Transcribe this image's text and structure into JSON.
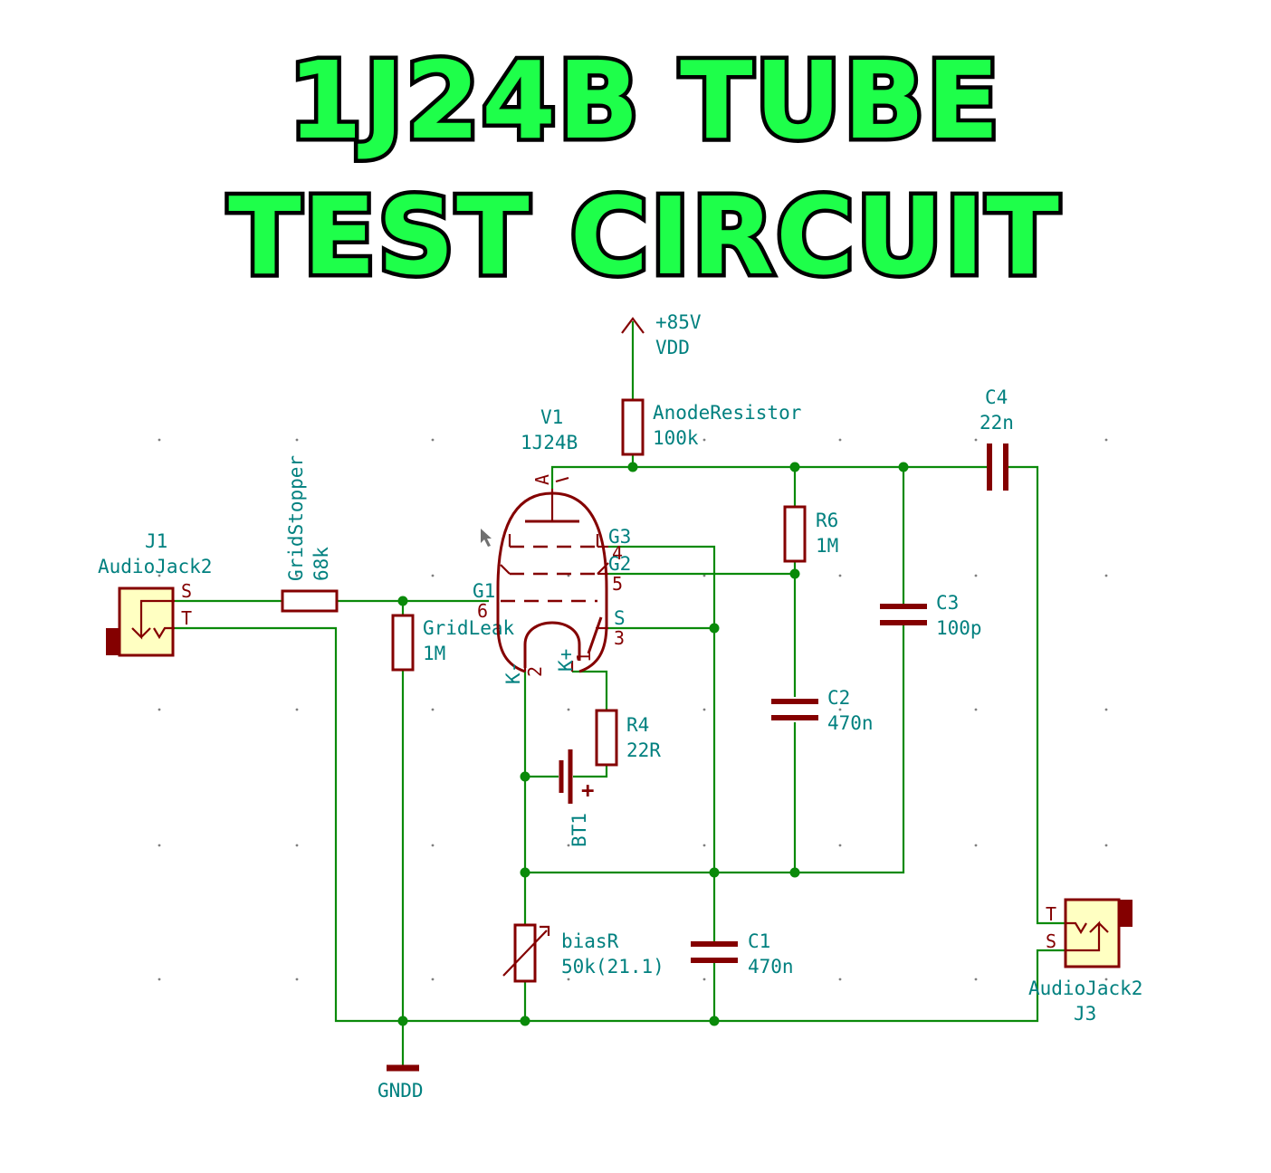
{
  "title": {
    "line1": "1J24B TUBE",
    "line2": "TEST CIRCUIT"
  },
  "colors": {
    "wire": "#0a8a0a",
    "component": "#840000",
    "label": "#00807f",
    "jack_fill": "#ffffc2",
    "title_fill": "#1eff4a"
  },
  "power": {
    "voltage": "+85V",
    "net": "VDD"
  },
  "ground": {
    "net": "GNDD"
  },
  "tube": {
    "ref": "V1",
    "value": "1J24B",
    "pins": {
      "anode": "A",
      "g3": "G3",
      "g3_num": "4",
      "g2": "G2",
      "g2_num": "5",
      "g1": "G1",
      "g1_num": "6",
      "screen": "S",
      "screen_num": "3",
      "k_minus": "K-",
      "k_minus_num": "2",
      "k_plus": "K+",
      "k_plus_num": "1"
    }
  },
  "anode_resistor": {
    "ref": "AnodeResistor",
    "value": "100k"
  },
  "grid_stopper": {
    "ref": "GridStopper",
    "value": "68k"
  },
  "grid_leak": {
    "ref": "GridLeak",
    "value": "1M"
  },
  "r6": {
    "ref": "R6",
    "value": "1M"
  },
  "r4": {
    "ref": "R4",
    "value": "22R"
  },
  "c1": {
    "ref": "C1",
    "value": "470n"
  },
  "c2": {
    "ref": "C2",
    "value": "470n"
  },
  "c3": {
    "ref": "C3",
    "value": "100p"
  },
  "c4": {
    "ref": "C4",
    "value": "22n"
  },
  "bias_r": {
    "ref": "biasR",
    "value": "50k(21.1)"
  },
  "battery": {
    "ref": "BT1",
    "plus": "+"
  },
  "j1": {
    "ref": "J1",
    "value": "AudioJack2",
    "pin_s": "S",
    "pin_t": "T"
  },
  "j3": {
    "ref": "J3",
    "value": "AudioJack2",
    "pin_s": "S",
    "pin_t": "T"
  }
}
